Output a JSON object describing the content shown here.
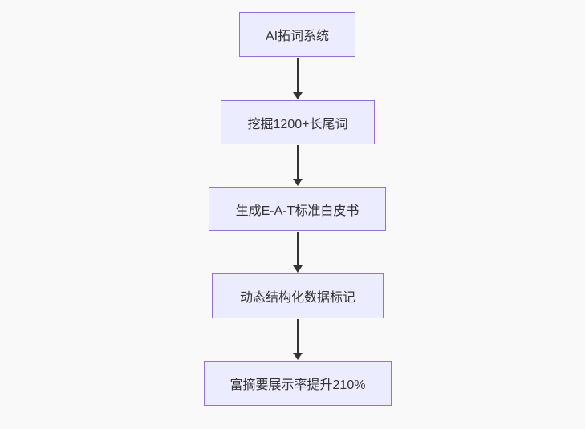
{
  "page": {
    "background_color": "#f9f9f9"
  },
  "flowchart": {
    "type": "flowchart",
    "direction": "top-to-bottom",
    "node_fill_color": "#ECECFF",
    "node_border_color": "#9370DB",
    "text_color": "#333333",
    "arrow_color": "#333333",
    "nodes": [
      {
        "id": "step-1",
        "label": "AI拓词系统"
      },
      {
        "id": "step-2",
        "label": "挖掘1200+长尾词"
      },
      {
        "id": "step-3",
        "label": "生成E-A-T标准白皮书"
      },
      {
        "id": "step-4",
        "label": "动态结构化数据标记"
      },
      {
        "id": "step-5",
        "label": "富摘要展示率提升210%"
      }
    ],
    "edges": [
      {
        "from": "step-1",
        "to": "step-2"
      },
      {
        "from": "step-2",
        "to": "step-3"
      },
      {
        "from": "step-3",
        "to": "step-4"
      },
      {
        "from": "step-4",
        "to": "step-5"
      }
    ]
  }
}
